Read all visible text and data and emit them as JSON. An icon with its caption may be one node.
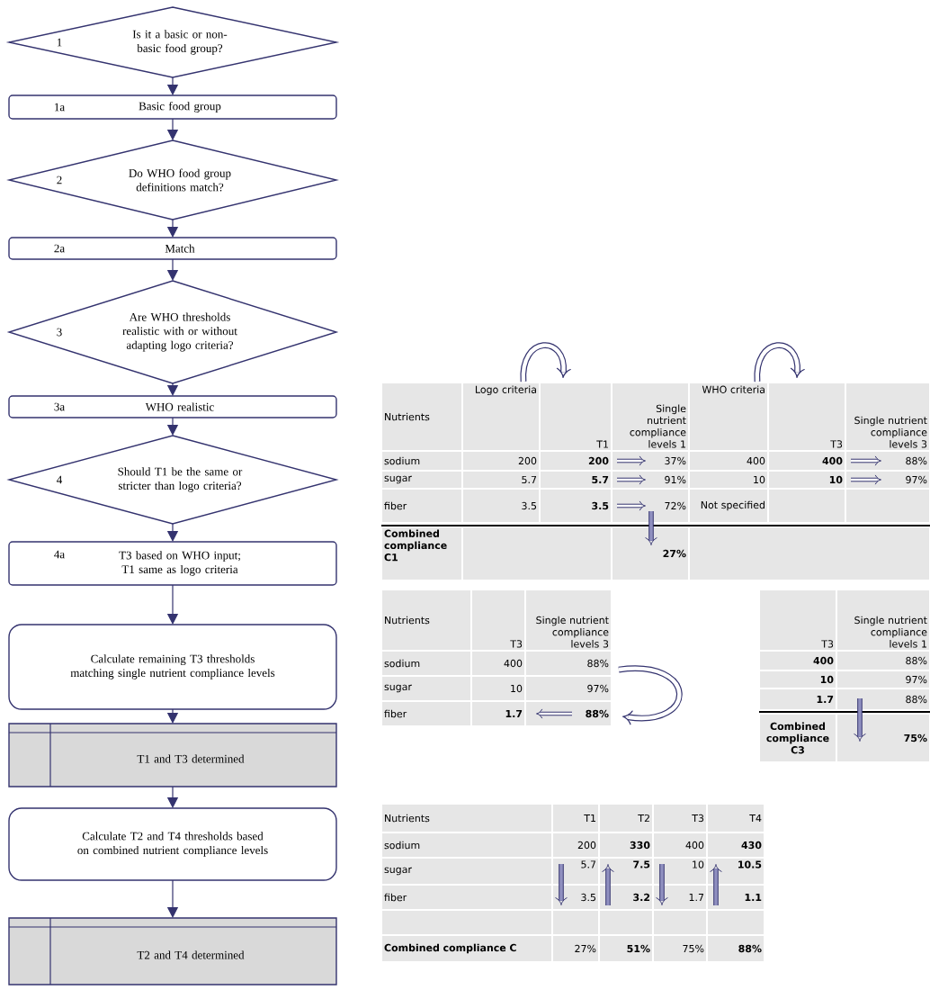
{
  "diagram": {
    "nodes": [
      {
        "text": [
          "1",
          "Is it a basic or non-basic food group?"
        ]
      },
      {
        "text": [
          "1a",
          "Basic food group"
        ]
      },
      {
        "text": [
          "2",
          "Do WHO food group definitions match?"
        ]
      },
      {
        "text": [
          "2a",
          "Match"
        ]
      },
      {
        "text": [
          "3",
          "Are WHO thresholds realistic with or without adapting logo criteria?"
        ]
      },
      {
        "text": [
          "3a",
          "WHO realistic"
        ]
      },
      {
        "text": [
          "4",
          "Should T1 be the same or stricter than logo criteria?"
        ]
      },
      {
        "text": [
          "4a",
          "T3 based on WHO input; T1 same as logo criteria"
        ]
      },
      {
        "text": [
          "Calculate remaining T3 thresholds matching single nutrient compliance levels"
        ]
      },
      {
        "text": [
          "T1 and T3 determined"
        ]
      },
      {
        "text": [
          "Calculate T2 and T4 thresholds based on combined nutrient compliance levels"
        ]
      },
      {
        "text": [
          "T2 and T4 determined"
        ]
      }
    ],
    "edges": [
      {
        "from": 0,
        "to": 1,
        "arrow": "to"
      },
      {
        "from": 1,
        "to": 2,
        "arrow": "to"
      },
      {
        "from": 2,
        "to": 3,
        "arrow": "to"
      },
      {
        "from": 3,
        "to": 4,
        "arrow": "to"
      },
      {
        "from": 4,
        "to": 5,
        "arrow": "to"
      },
      {
        "from": 5,
        "to": 6,
        "arrow": "to"
      },
      {
        "from": 6,
        "to": 7,
        "arrow": "to"
      },
      {
        "from": 7,
        "to": 8,
        "arrow": "to"
      },
      {
        "from": 8,
        "to": 9,
        "arrow": "to"
      },
      {
        "from": 9,
        "to": 10,
        "arrow": "to"
      },
      {
        "from": 10,
        "to": 11,
        "arrow": "to"
      }
    ],
    "labels": [
      "Nutrients",
      "Logo criteria",
      "T1",
      "Single nutrient compliance levels 1",
      "WHO criteria",
      "T3",
      "Single nutrient compliance levels 3",
      "sodium",
      "200",
      "200",
      "37%",
      "400",
      "400",
      "88%",
      "sugar",
      "5.7",
      "5.7",
      "91%",
      "10",
      "10",
      "97%",
      "fiber",
      "3.5",
      "3.5",
      "72%",
      "Not specified",
      "Combined compliance C1",
      "27%",
      "Nutrients",
      "T3",
      "Single nutrient compliance levels 3",
      "sodium",
      "400",
      "88%",
      "sugar",
      "10",
      "97%",
      "fiber",
      "1.7",
      "88%",
      "T3",
      "Single nutrient compliance levels 1",
      "400",
      "88%",
      "10",
      "97%",
      "1.7",
      "88%",
      "Combined compliance C3",
      "75%",
      "Nutrients",
      "T1",
      "T2",
      "T3",
      "T4",
      "sodium",
      "200",
      "330",
      "400",
      "430",
      "sugar",
      "5.7",
      "7.5",
      "10",
      "10.5",
      "fiber",
      "3.5",
      "3.2",
      "1.7",
      "1.1",
      "Combined compliance C",
      "27%",
      "51%",
      "75%",
      "88%"
    ]
  }
}
